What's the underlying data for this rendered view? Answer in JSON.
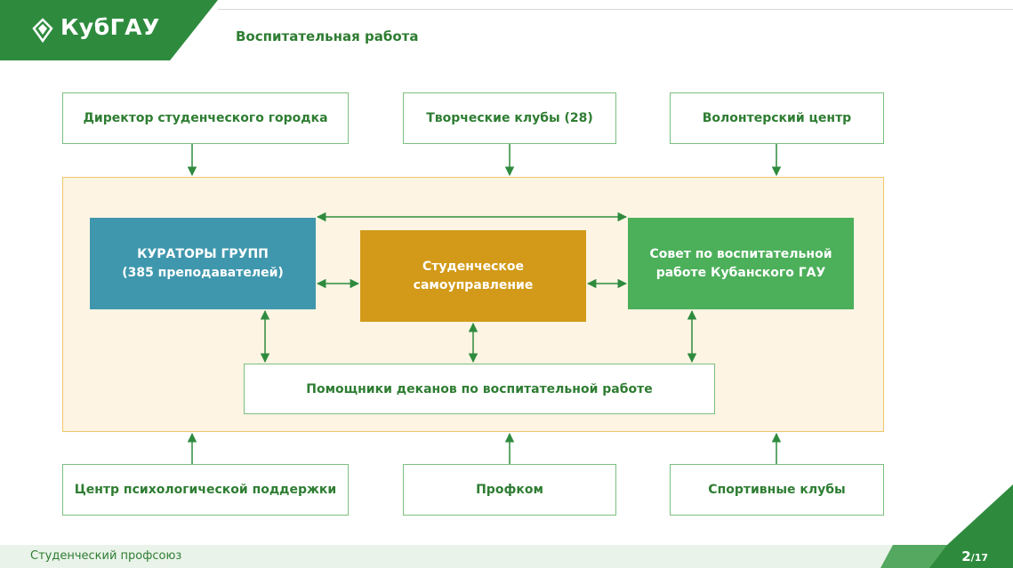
{
  "header": {
    "logo_text": "КубГАУ",
    "title": "Воспитательная работа"
  },
  "diagram": {
    "top_boxes": [
      "Директор студенческого городка",
      "Творческие клубы (28)",
      "Волонтерский центр"
    ],
    "curators": "КУРАТОРЫ ГРУПП\n(385 преподавателей)",
    "self_gov": "Студенческое\nсамоуправление",
    "council": "Совет по воспитательной\nработе Кубанского ГАУ",
    "assistants": "Помощники деканов по воспитательной работе",
    "bottom_boxes": [
      "Центр психологической поддержки",
      "Профком",
      "Спортивные клубы"
    ]
  },
  "footer": {
    "text": "Студенческий профсоюз",
    "page": "2",
    "total": "/17"
  },
  "colors": {
    "brand_green": "#2e8b3e",
    "curators_blue": "#3f97ad",
    "selfgov_gold": "#d29a18",
    "council_green": "#4caf5a",
    "panel_fill": "#fdf4e3",
    "panel_border": "#f0c66b"
  }
}
